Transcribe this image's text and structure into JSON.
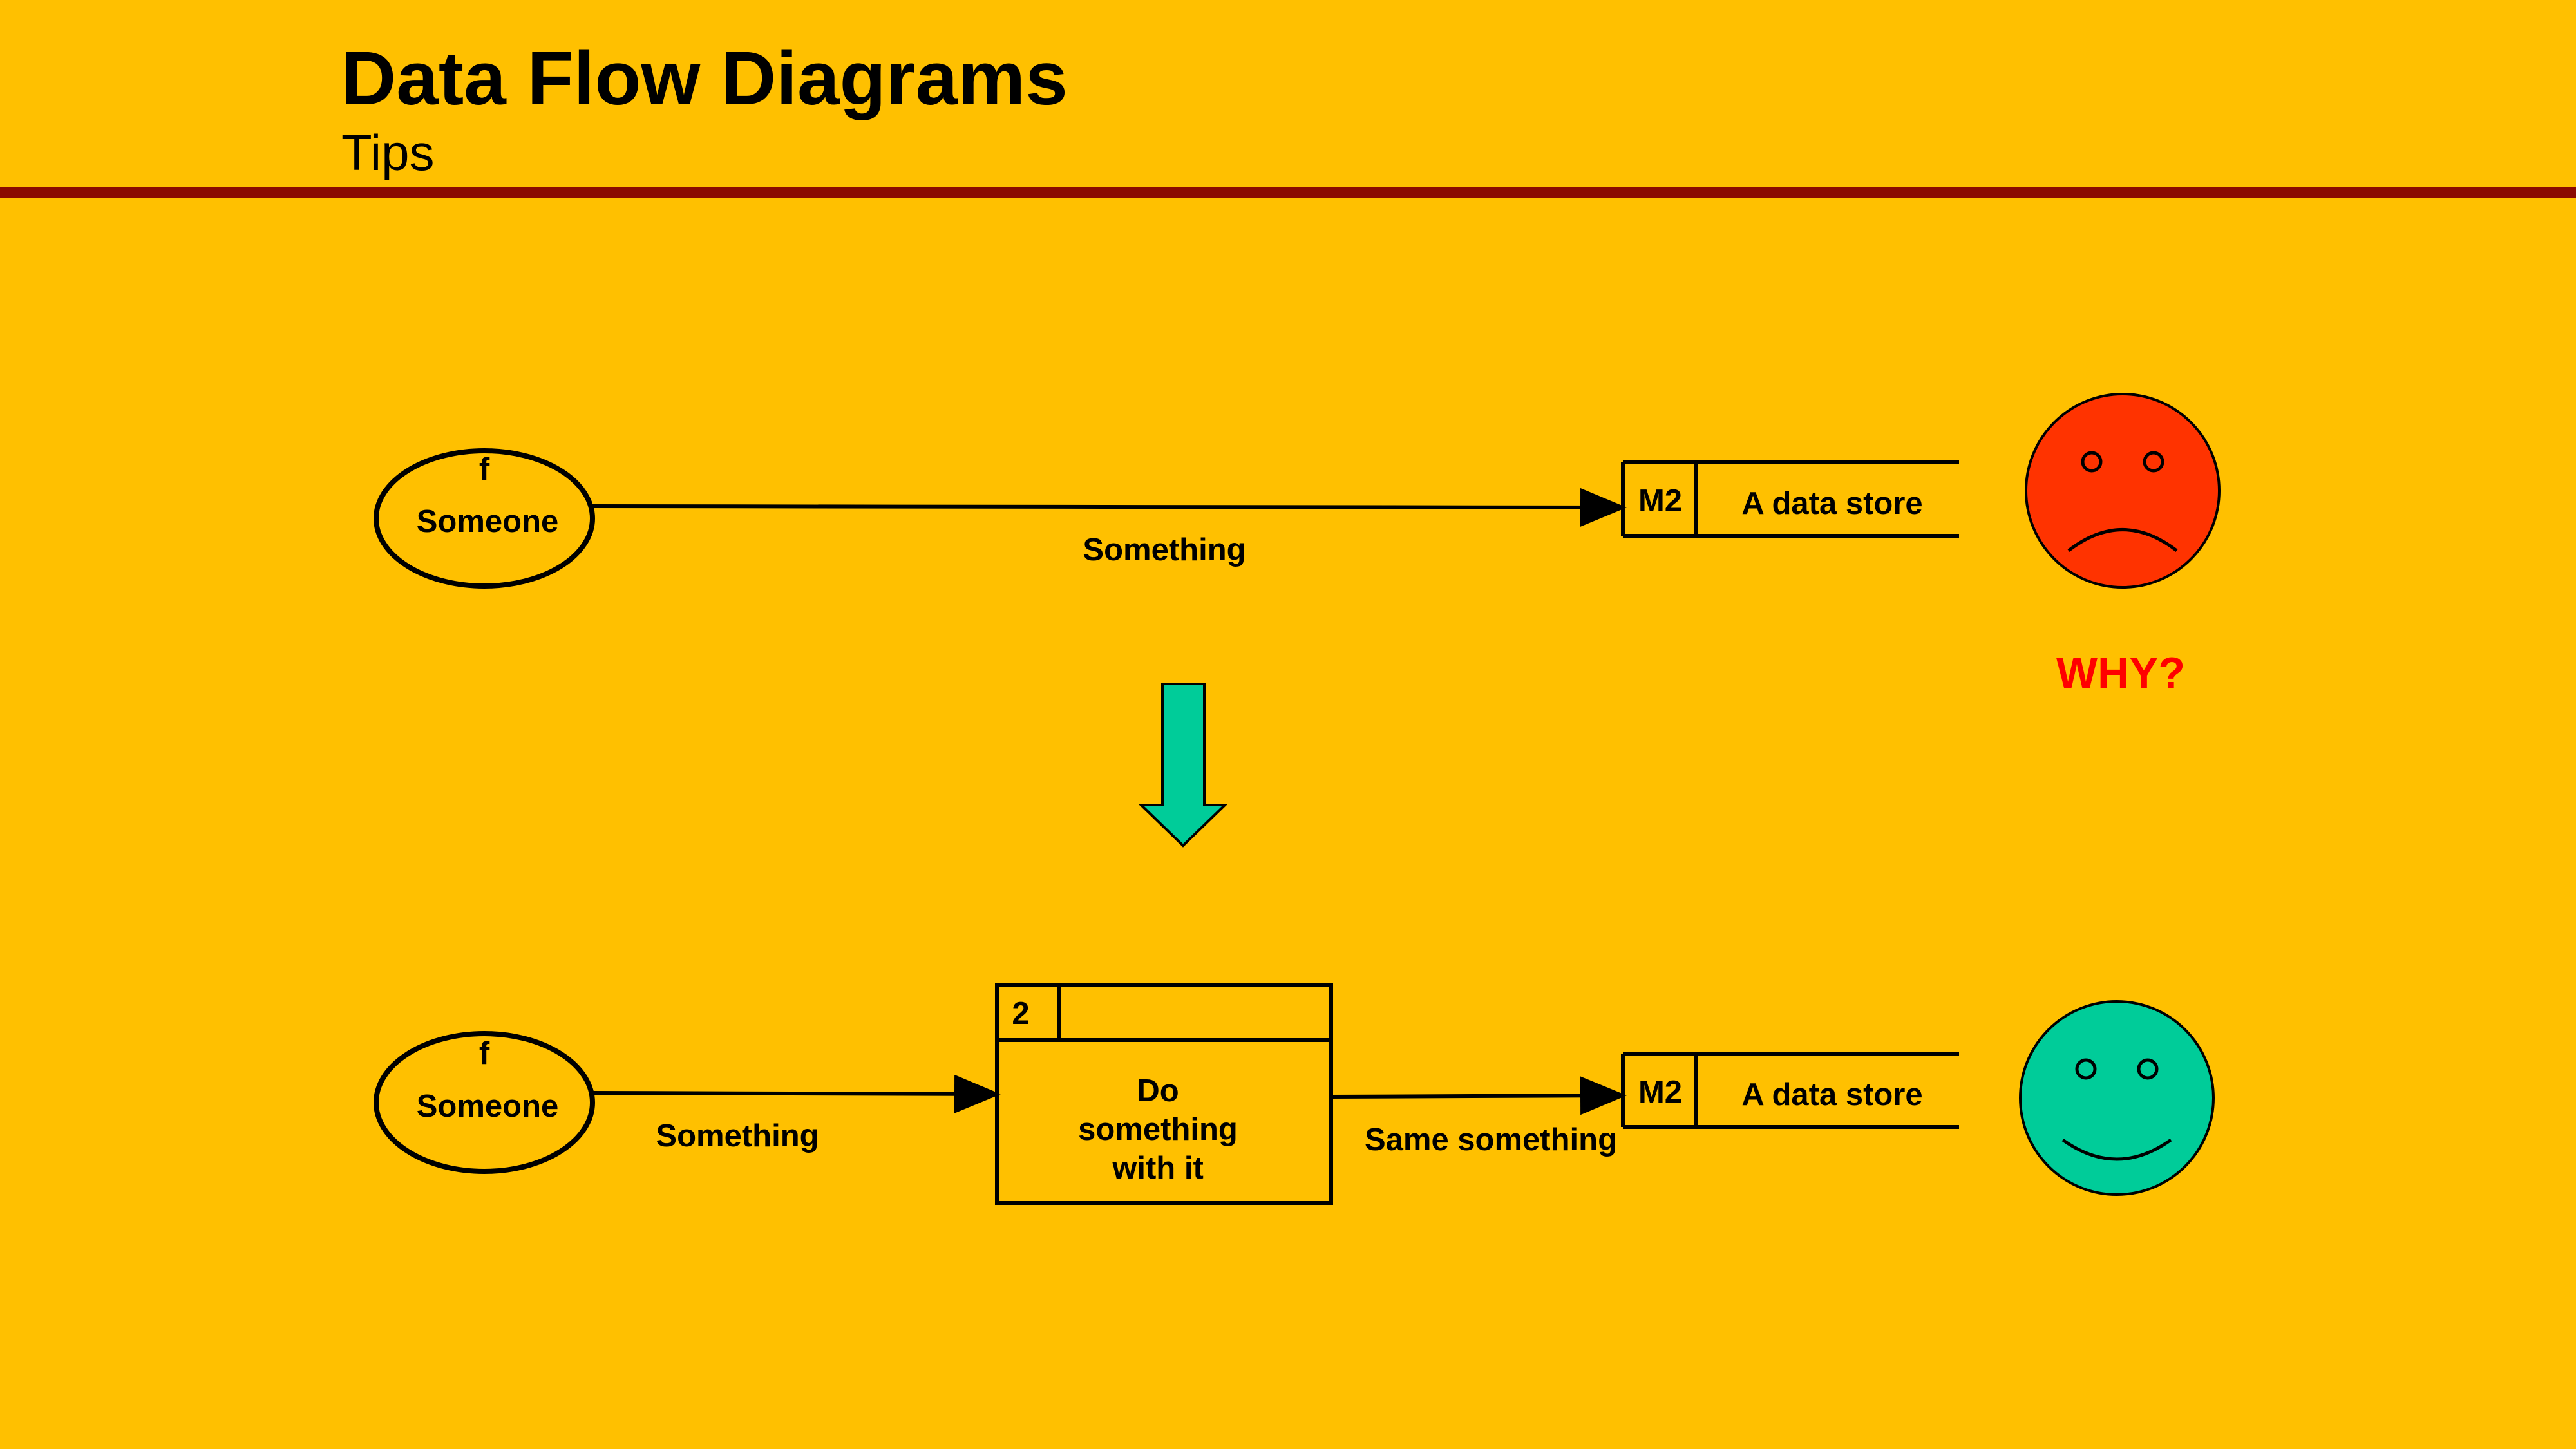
{
  "header": {
    "title": "Data Flow Diagrams",
    "subtitle": "Tips",
    "rule_color": "#8B0A00"
  },
  "diagram": {
    "top_flow": {
      "entity_id": "f",
      "entity_label": "Someone",
      "flow_label": "Something",
      "store_id": "M2",
      "store_label": "A data store"
    },
    "transition_arrow_icon": "down-arrow-icon",
    "bottom_flow": {
      "entity_id": "f",
      "entity_label": "Someone",
      "flow_in_label": "Something",
      "process_id": "2",
      "process_lines": [
        "Do",
        "something",
        "with it"
      ],
      "flow_out_label": "Same something",
      "store_id": "M2",
      "store_label": "A data store"
    },
    "sad_face": {
      "icon": "sad-face-icon",
      "caption": "WHY?",
      "color": "#FF3300"
    },
    "happy_face": {
      "icon": "happy-face-icon",
      "color": "#00CC99"
    }
  }
}
